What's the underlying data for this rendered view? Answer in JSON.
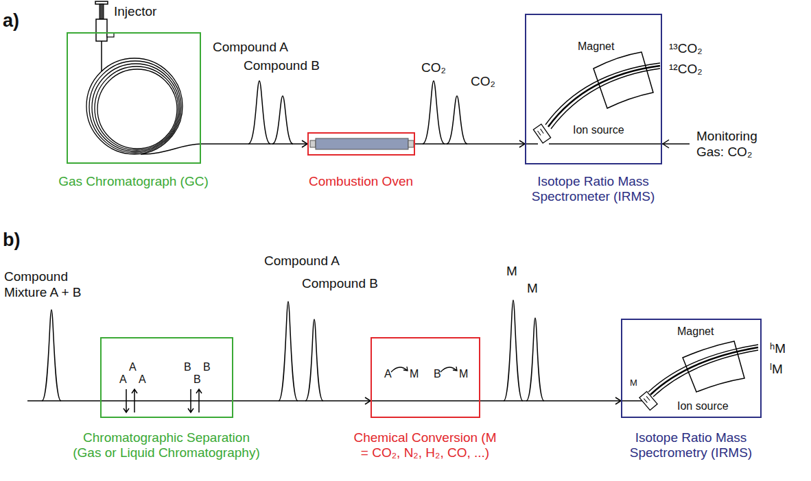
{
  "diagram": {
    "nodes": [
      {
        "text": [
          "Gas Chromatograph (GC)"
        ]
      },
      {
        "text": [
          "Combustion Oven"
        ]
      },
      {
        "text": [
          "Magnet",
          "Ion source",
          "Isotope Ratio Mass Spectrometer (IRMS)"
        ]
      },
      {
        "text": [
          "A",
          "A",
          "A",
          "B",
          "B",
          "B",
          "Chromatographic Separation (Gas or Liquid Chromatography)"
        ]
      },
      {
        "text": [
          "A",
          "M",
          "B",
          "M",
          "Chemical Conversion (M = CO₂, N₂, H₂, CO, ...)"
        ]
      },
      {
        "text": [
          "Magnet",
          "M",
          "Ion source",
          "Isotope Ratio Mass Spectrometry (IRMS)"
        ]
      }
    ],
    "edges": [
      {
        "from": 0,
        "to": 1,
        "arrow": "to"
      },
      {
        "from": 1,
        "to": 2,
        "arrow": "to"
      },
      {
        "from": 3,
        "to": 4,
        "arrow": "to"
      },
      {
        "from": 4,
        "to": 5,
        "arrow": "to"
      }
    ],
    "labels": [
      "a)",
      "Injector",
      "Compound A",
      "Compound B",
      "CO₂",
      "CO₂",
      "¹³CO₂",
      "¹²CO₂",
      "Monitoring Gas: CO₂",
      "b)",
      "Compound Mixture A + B",
      "Compound A",
      "Compound B",
      "M",
      "M",
      "ʰM",
      "ˡM"
    ]
  }
}
